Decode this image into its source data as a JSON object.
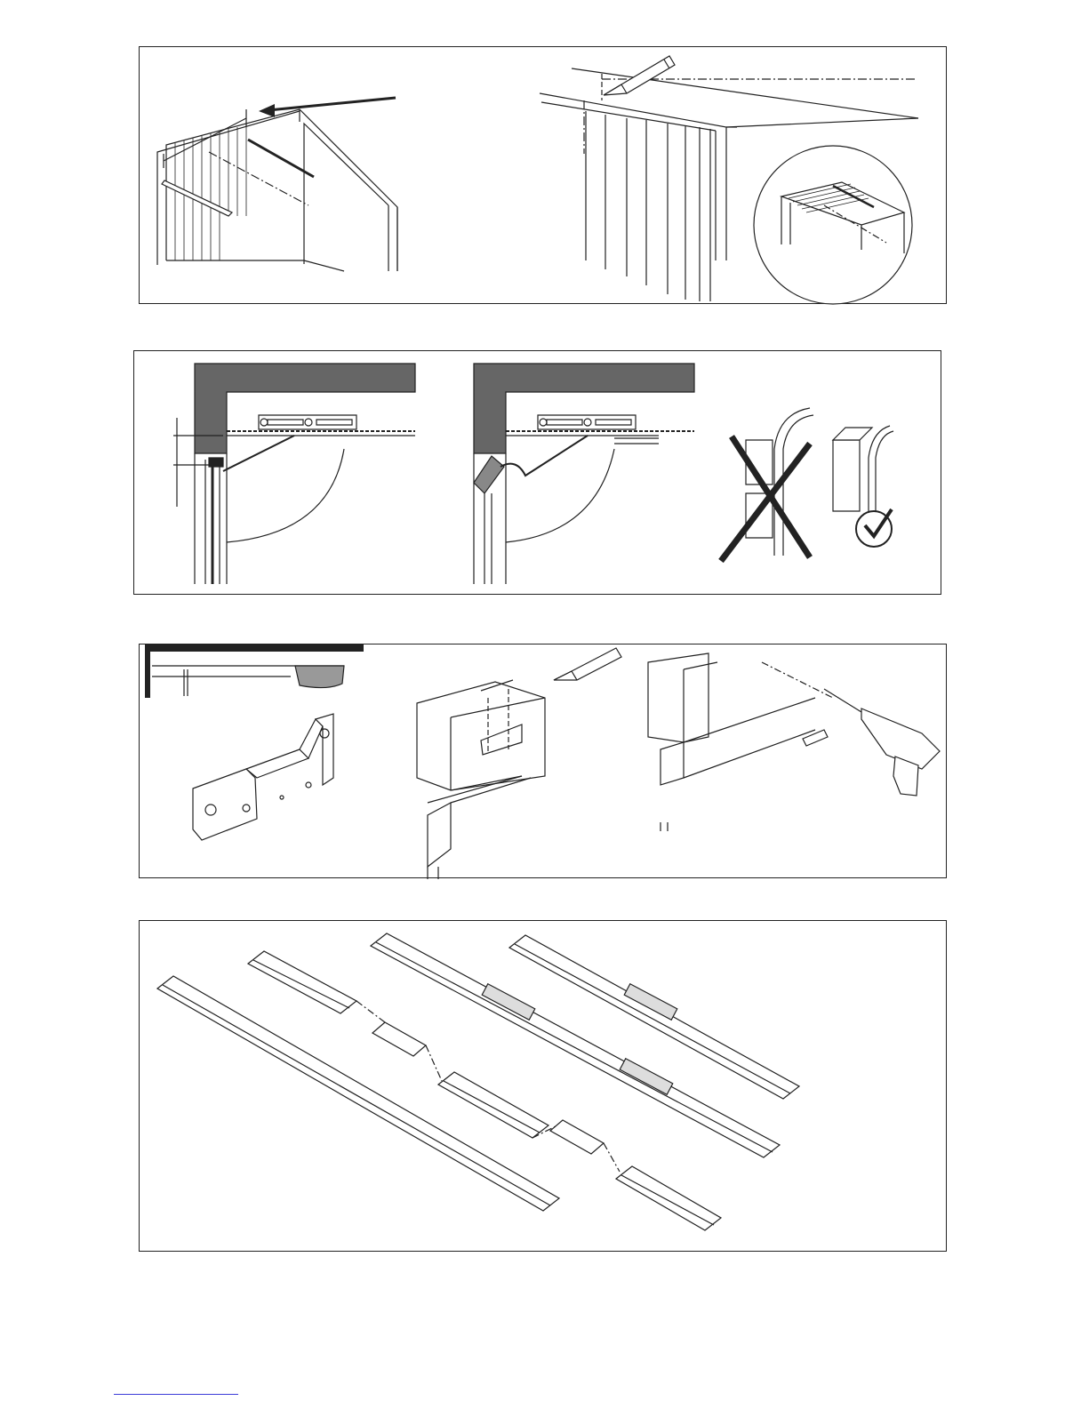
{
  "page": {
    "background": "#ffffff",
    "line_color": "#222222",
    "wall_fill": "#666666",
    "link_color": "#3b3bd8"
  },
  "panels": [
    {
      "id": "p1",
      "icons": [
        "garage-door-perspective-icon",
        "direction-arrow-icon",
        "pencil-icon",
        "door-panel-icon",
        "detail-magnifier-icon"
      ]
    },
    {
      "id": "p2",
      "icons": [
        "spirit-level-icon",
        "door-arm-icon",
        "wrong-mount-icon",
        "correct-mount-icon",
        "checkmark-icon"
      ]
    },
    {
      "id": "p3",
      "icons": [
        "opener-overview-icon",
        "mounting-bracket-icon",
        "pencil-icon",
        "drill-icon",
        "wall-plug-icon"
      ]
    },
    {
      "id": "p4",
      "icons": [
        "rail-section-icon",
        "rail-connector-icon"
      ]
    }
  ],
  "footer": {
    "link_text": ""
  }
}
